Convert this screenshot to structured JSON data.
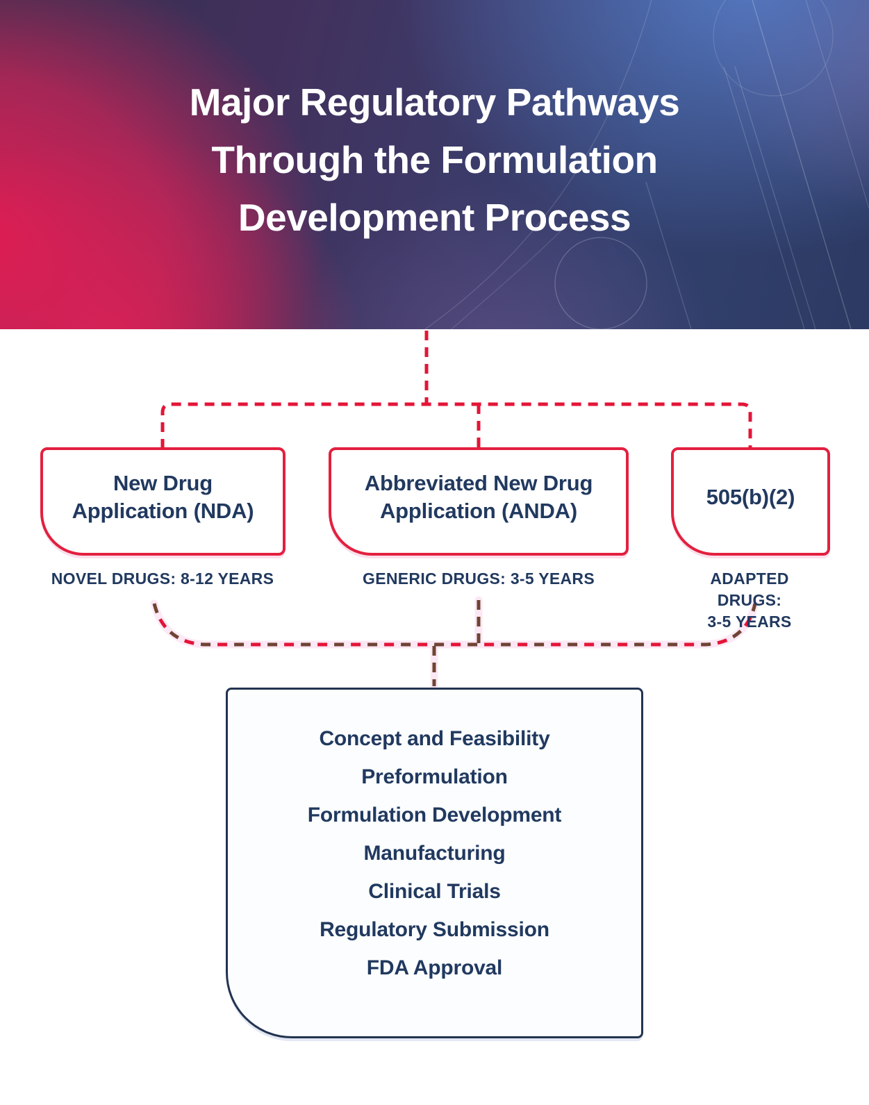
{
  "header": {
    "title": "Major Regulatory Pathways\nThrough the Formulation\nDevelopment Process"
  },
  "pathways": [
    {
      "title": "New Drug\nApplication (NDA)",
      "label": "NOVEL DRUGS: 8-12 YEARS"
    },
    {
      "title": "Abbreviated New Drug\nApplication (ANDA)",
      "label": "GENERIC DRUGS: 3-5 YEARS"
    },
    {
      "title": "505(b)(2)",
      "label": "ADAPTED DRUGS:\n3-5 YEARS"
    }
  ],
  "process": {
    "steps": [
      "Concept and Feasibility",
      "Preformulation",
      "Formulation Development",
      "Manufacturing",
      "Clinical Trials",
      "Regulatory Submission",
      "FDA Approval"
    ]
  },
  "colors": {
    "connector_red": "#e31538",
    "connector_brown": "#6f4434",
    "connector_glow": "#fad7ec",
    "box_border_red": "#e3203f",
    "process_border_navy": "#22334f",
    "navy_text": "#21395f",
    "header_text": "#ffffff"
  }
}
